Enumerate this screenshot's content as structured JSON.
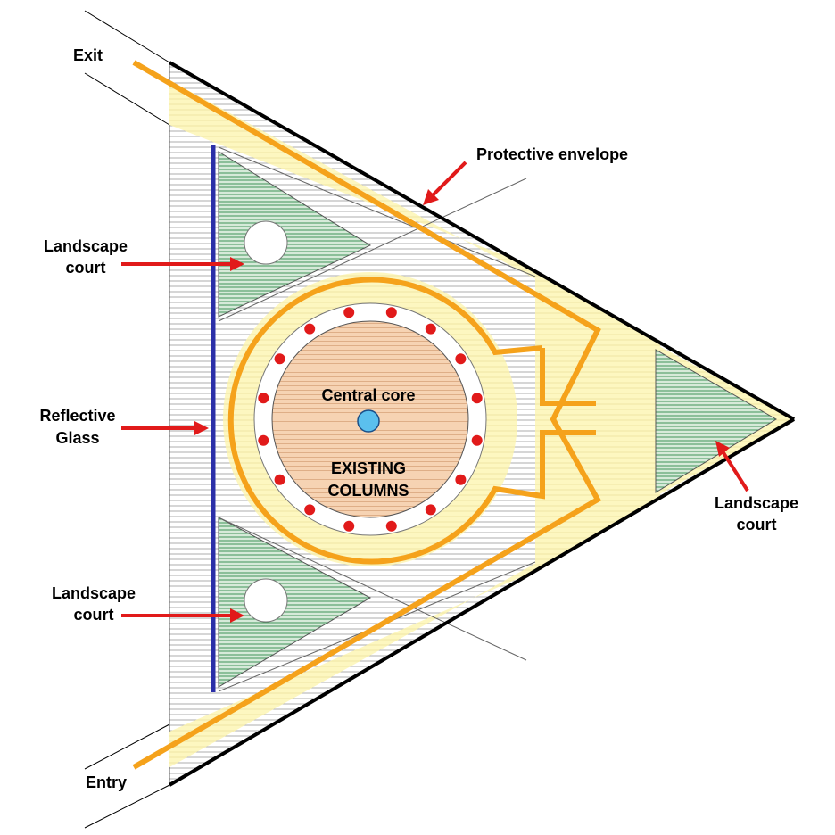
{
  "labels": {
    "exit": "Exit",
    "entry": "Entry",
    "protective_envelope": "Protective envelope",
    "landscape_court_upper": [
      "Landscape",
      "court"
    ],
    "landscape_court_lower": [
      "Landscape",
      "court"
    ],
    "landscape_court_right": [
      "Landscape",
      "court"
    ],
    "reflective_glass": [
      "Reflective",
      "Glass"
    ],
    "central_core": "Central core",
    "existing_columns": [
      "EXISTING",
      "COLUMNS"
    ]
  },
  "colors": {
    "envelope": "#000000",
    "path": "#f5a21b",
    "path_zone": "#fdf7c0",
    "landscape": "#2f8a4a",
    "glass": "#2b2fa8",
    "arrow": "#e11a1a",
    "column": "#e11a1a",
    "core_fill": "#f6d3b3",
    "core_center": "#5bc0ee"
  },
  "column_count": 16
}
